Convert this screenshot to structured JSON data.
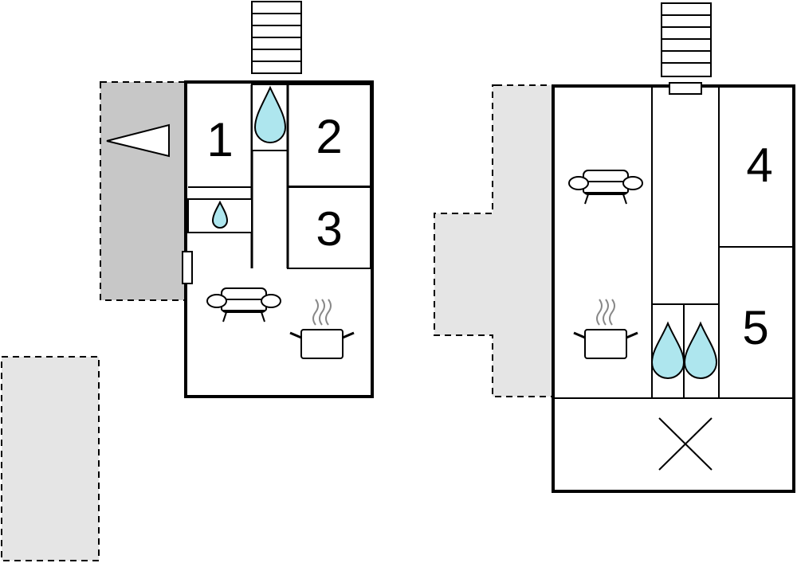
{
  "colors": {
    "wall": "#000000",
    "terrace_dark": "#c7c7c7",
    "terrace_light": "#e5e5e5",
    "water": "#aee6ee",
    "steam": "#888888",
    "background": "#ffffff"
  },
  "floors": [
    {
      "name": "ground-floor",
      "rooms": [
        {
          "label": "1",
          "kind": "bedroom"
        },
        {
          "label": "2",
          "kind": "bedroom"
        },
        {
          "label": "3",
          "kind": "bedroom"
        }
      ],
      "icons": [
        "stairs-icon",
        "shower-drop-icon",
        "toilet-drop-icon",
        "sofa-icon",
        "cooking-pot-icon",
        "entrance-arrow-icon",
        "door-icon"
      ],
      "terrace": "covered"
    },
    {
      "name": "upper-floor",
      "rooms": [
        {
          "label": "4",
          "kind": "bedroom"
        },
        {
          "label": "5",
          "kind": "bedroom"
        }
      ],
      "icons": [
        "stairs-icon",
        "sofa-icon",
        "cooking-pot-icon",
        "bathroom-drop-icon",
        "bathroom-drop-icon",
        "void-cross-icon"
      ],
      "terrace": "open"
    }
  ],
  "outdoor_areas": [
    "terrace-left",
    "terrace-right",
    "garden-area"
  ]
}
